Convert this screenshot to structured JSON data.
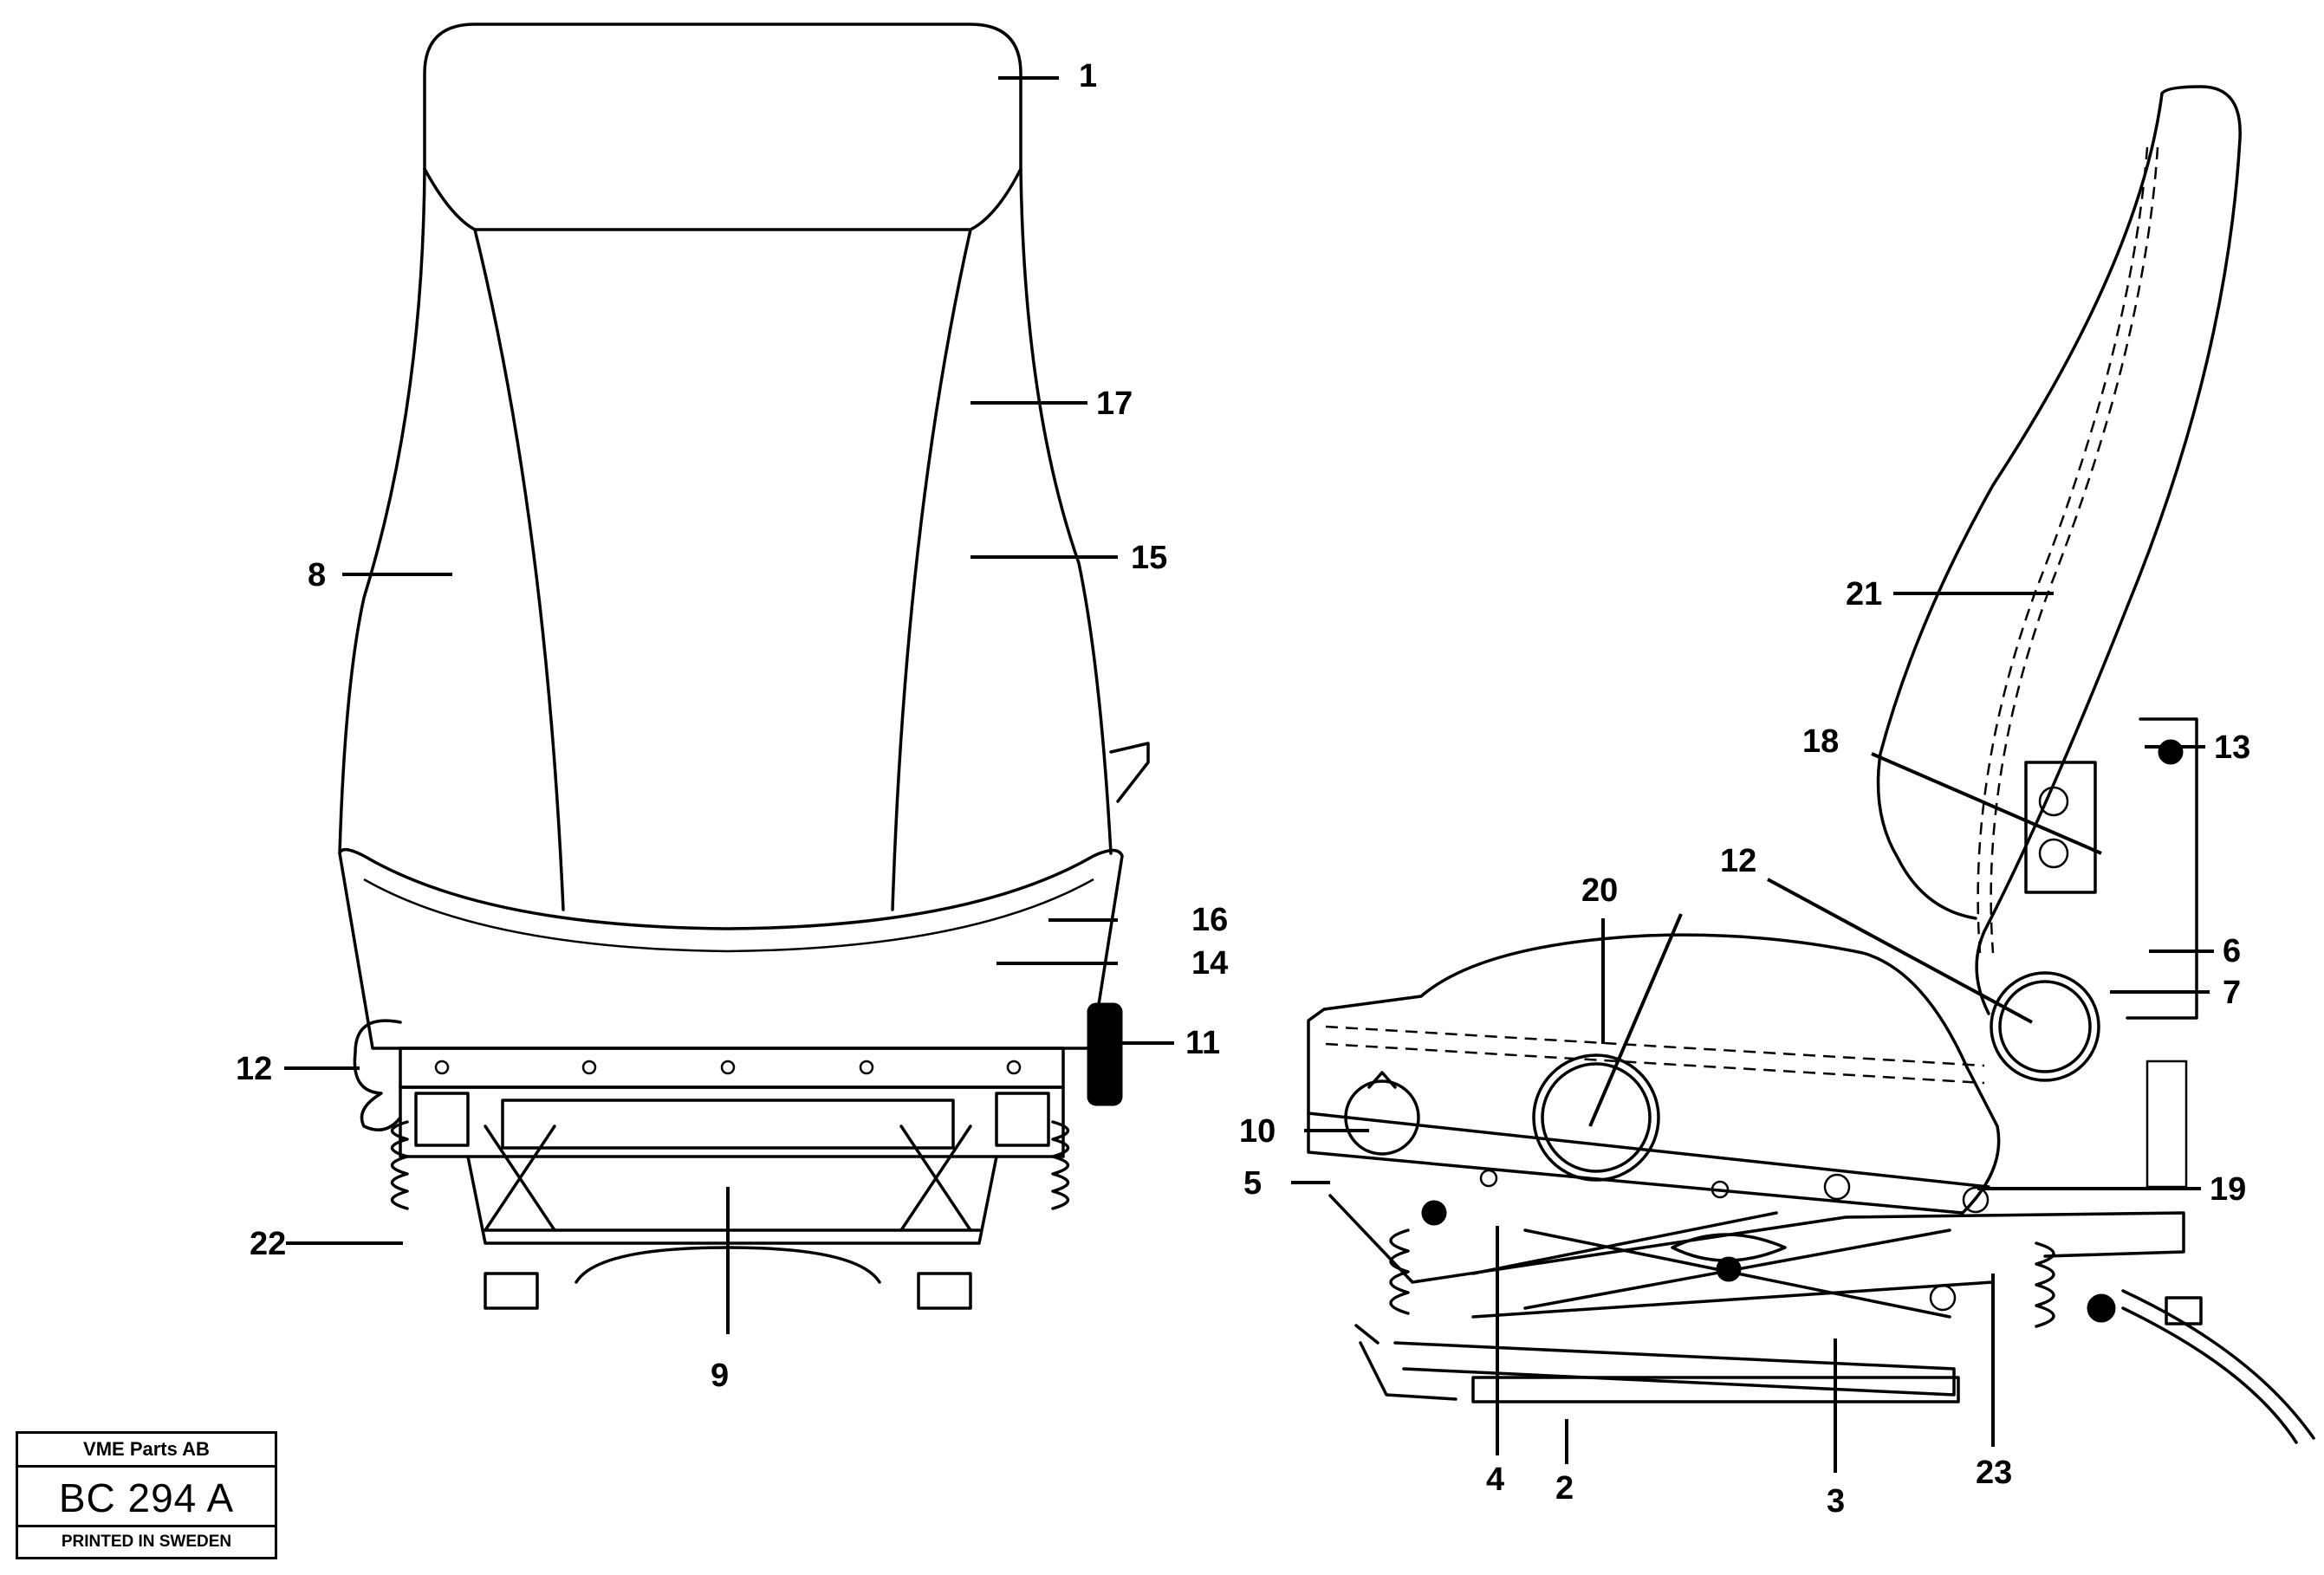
{
  "callouts_front": [
    "1",
    "17",
    "15",
    "8",
    "16",
    "14",
    "11",
    "12",
    "22",
    "9"
  ],
  "callouts_side": [
    "21",
    "13",
    "18",
    "12",
    "20",
    "6",
    "7",
    "10",
    "5",
    "19",
    "4",
    "2",
    "3",
    "23"
  ],
  "title_block": {
    "company": "VME Parts AB",
    "drawing_number": "BC 294 A",
    "print_note": "PRINTED IN SWEDEN"
  }
}
